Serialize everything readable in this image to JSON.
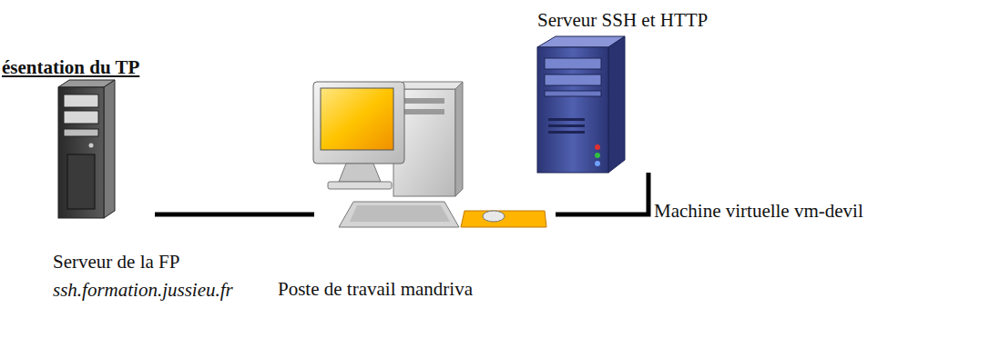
{
  "diagram": {
    "title": "ésentation du TP",
    "nodes": [
      {
        "text": [
          "Serveur de la FP",
          "ssh.formation.jussieu.fr"
        ]
      },
      {
        "text": [
          "Poste de travail mandriva"
        ]
      },
      {
        "text": [
          "Serveur SSH et HTTP",
          "Machine virtuelle vm-devil"
        ]
      }
    ],
    "edges": [
      {
        "from": 0,
        "to": 1,
        "arrow": "none"
      },
      {
        "from": 1,
        "to": 2,
        "arrow": "none"
      }
    ]
  }
}
